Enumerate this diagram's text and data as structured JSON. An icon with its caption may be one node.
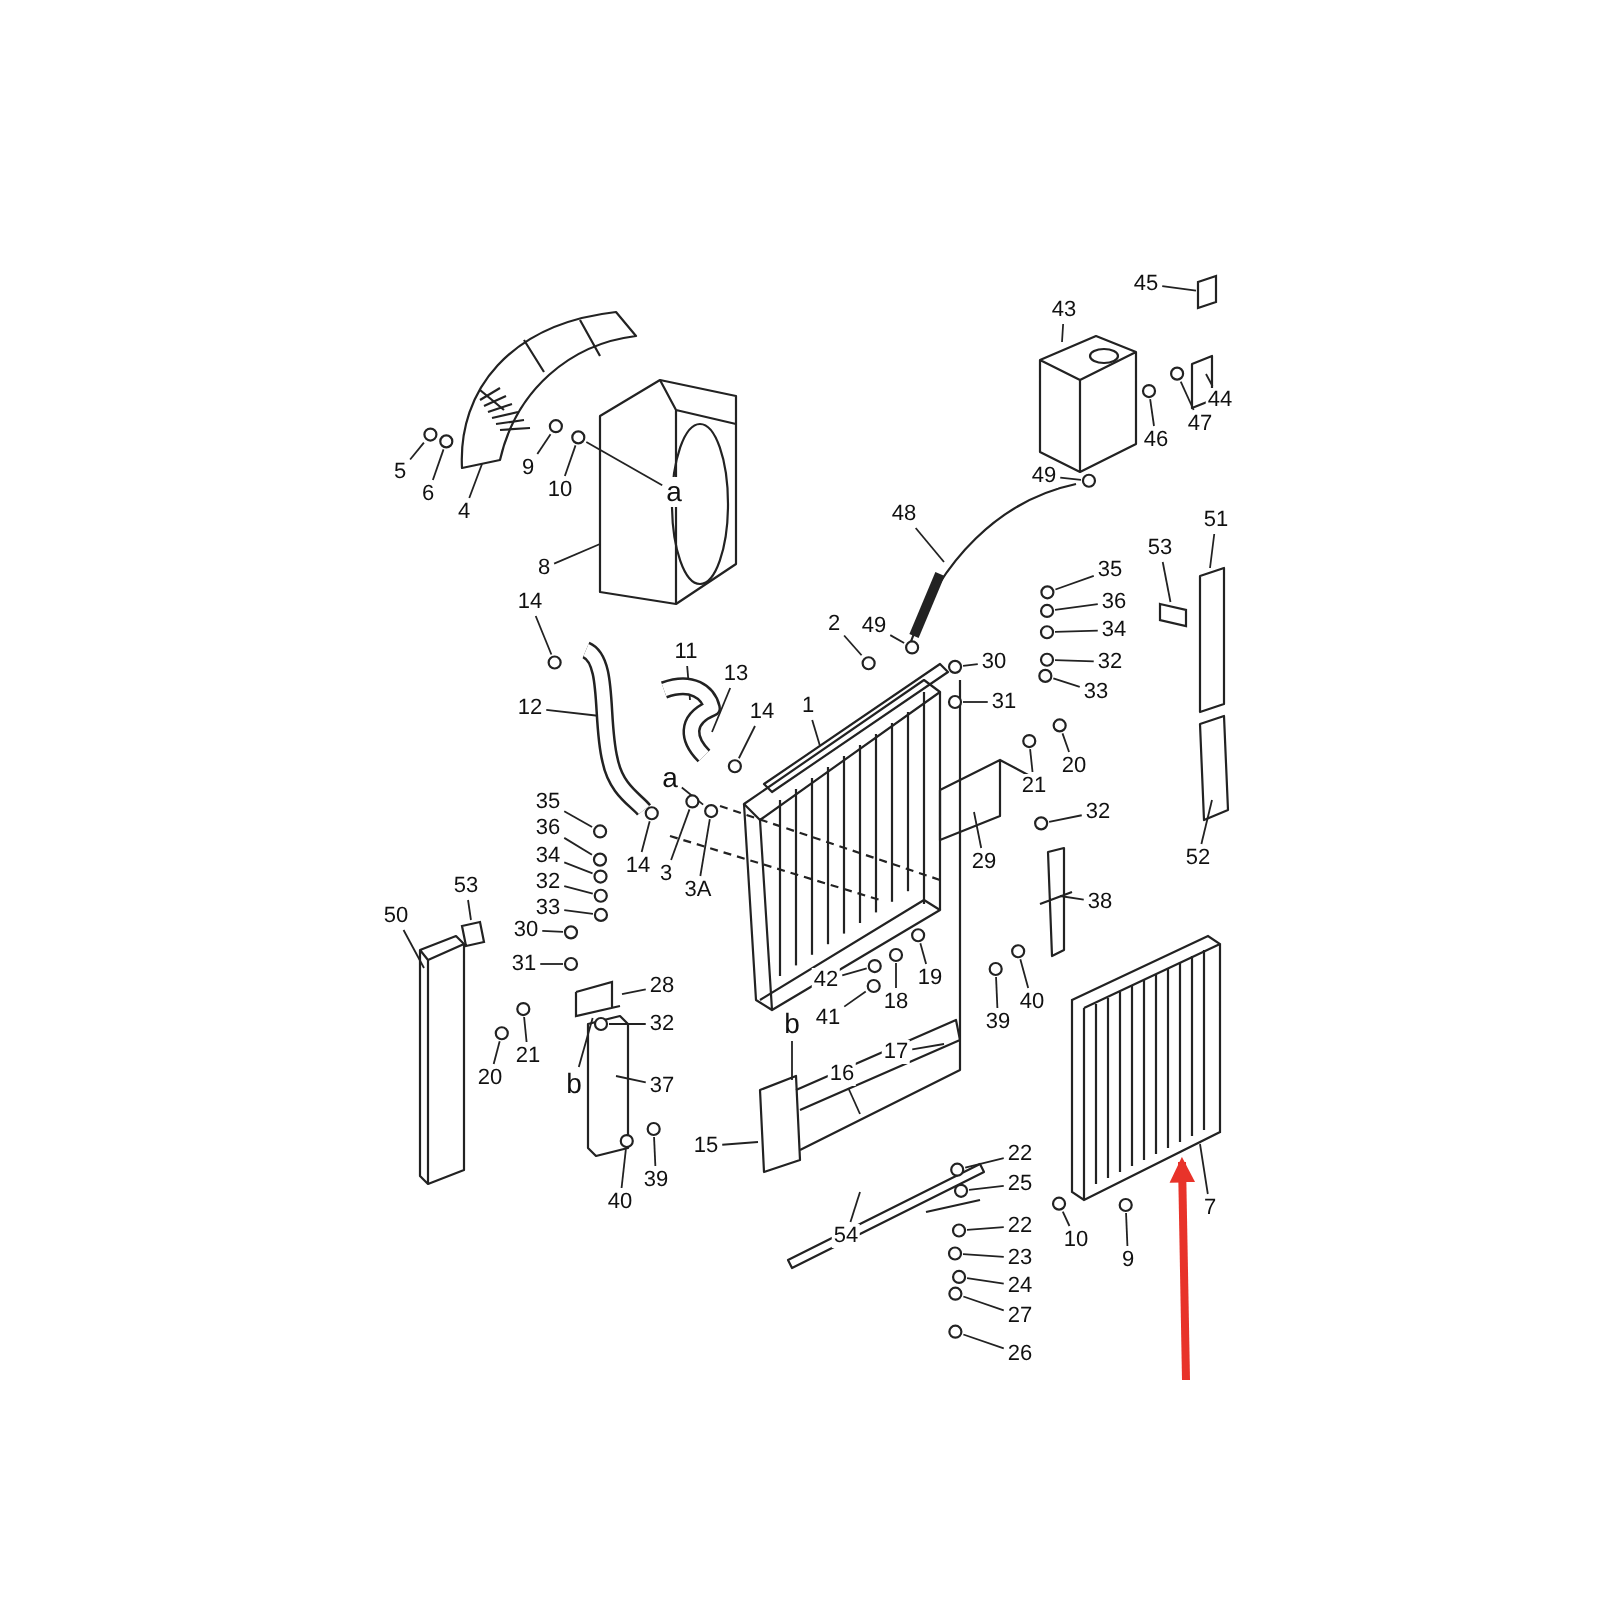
{
  "diagram": {
    "nodes": [
      {
        "text": [
          "45"
        ]
      },
      {
        "text": [
          "43"
        ]
      },
      {
        "text": [
          "44"
        ]
      },
      {
        "text": [
          "47"
        ]
      },
      {
        "text": [
          "46"
        ]
      },
      {
        "text": [
          "5"
        ]
      },
      {
        "text": [
          "9"
        ]
      },
      {
        "text": [
          "49"
        ]
      },
      {
        "text": [
          "6"
        ]
      },
      {
        "text": [
          "10"
        ]
      },
      {
        "text": [
          "a"
        ]
      },
      {
        "text": [
          "4"
        ]
      },
      {
        "text": [
          "48"
        ]
      },
      {
        "text": [
          "51"
        ]
      },
      {
        "text": [
          "53"
        ]
      },
      {
        "text": [
          "8"
        ]
      },
      {
        "text": [
          "35"
        ]
      },
      {
        "text": [
          "36"
        ]
      },
      {
        "text": [
          "14"
        ]
      },
      {
        "text": [
          "2"
        ]
      },
      {
        "text": [
          "49"
        ]
      },
      {
        "text": [
          "34"
        ]
      },
      {
        "text": [
          "11"
        ]
      },
      {
        "text": [
          "30"
        ]
      },
      {
        "text": [
          "32"
        ]
      },
      {
        "text": [
          "13"
        ]
      },
      {
        "text": [
          "33"
        ]
      },
      {
        "text": [
          "31"
        ]
      },
      {
        "text": [
          "12"
        ]
      },
      {
        "text": [
          "14"
        ]
      },
      {
        "text": [
          "1"
        ]
      },
      {
        "text": [
          "20"
        ]
      },
      {
        "text": [
          "a"
        ]
      },
      {
        "text": [
          "21"
        ]
      },
      {
        "text": [
          "35"
        ]
      },
      {
        "text": [
          "32"
        ]
      },
      {
        "text": [
          "36"
        ]
      },
      {
        "text": [
          "34"
        ]
      },
      {
        "text": [
          "52"
        ]
      },
      {
        "text": [
          "29"
        ]
      },
      {
        "text": [
          "14"
        ]
      },
      {
        "text": [
          "3"
        ]
      },
      {
        "text": [
          "32"
        ]
      },
      {
        "text": [
          "53"
        ]
      },
      {
        "text": [
          "3A"
        ]
      },
      {
        "text": [
          "38"
        ]
      },
      {
        "text": [
          "33"
        ]
      },
      {
        "text": [
          "50"
        ]
      },
      {
        "text": [
          "30"
        ]
      },
      {
        "text": [
          "31"
        ]
      },
      {
        "text": [
          "19"
        ]
      },
      {
        "text": [
          "42"
        ]
      },
      {
        "text": [
          "28"
        ]
      },
      {
        "text": [
          "18"
        ]
      },
      {
        "text": [
          "40"
        ]
      },
      {
        "text": [
          "41"
        ]
      },
      {
        "text": [
          "b"
        ]
      },
      {
        "text": [
          "39"
        ]
      },
      {
        "text": [
          "32"
        ]
      },
      {
        "text": [
          "17"
        ]
      },
      {
        "text": [
          "21"
        ]
      },
      {
        "text": [
          "20"
        ]
      },
      {
        "text": [
          "16"
        ]
      },
      {
        "text": [
          "b"
        ]
      },
      {
        "text": [
          "37"
        ]
      },
      {
        "text": [
          "15"
        ]
      },
      {
        "text": [
          "22"
        ]
      },
      {
        "text": [
          "39"
        ]
      },
      {
        "text": [
          "25"
        ]
      },
      {
        "text": [
          "7"
        ]
      },
      {
        "text": [
          "40"
        ]
      },
      {
        "text": [
          "22"
        ]
      },
      {
        "text": [
          "54"
        ]
      },
      {
        "text": [
          "10"
        ]
      },
      {
        "text": [
          "23"
        ]
      },
      {
        "text": [
          "9"
        ]
      },
      {
        "text": [
          "24"
        ]
      },
      {
        "text": [
          "27"
        ]
      },
      {
        "text": [
          "26"
        ]
      },
      {
        "text": [],
        "shape": "circle"
      },
      {
        "text": [],
        "shape": "circle"
      },
      {
        "text": [],
        "shape": "circle"
      },
      {
        "text": [],
        "shape": "circle"
      },
      {
        "text": [],
        "shape": "circle"
      },
      {
        "text": [],
        "shape": "circle"
      },
      {
        "text": [],
        "shape": "circle"
      },
      {
        "text": [],
        "shape": "circle"
      },
      {
        "text": [],
        "shape": "circle"
      },
      {
        "text": [],
        "shape": "circle"
      },
      {
        "text": [],
        "shape": "circle"
      },
      {
        "text": [],
        "shape": "circle"
      },
      {
        "text": [],
        "shape": "circle"
      },
      {
        "text": [],
        "shape": "circle"
      },
      {
        "text": [],
        "shape": "circle"
      },
      {
        "text": [],
        "shape": "circle"
      },
      {
        "text": [],
        "shape": "circle"
      },
      {
        "text": [],
        "shape": "circle"
      },
      {
        "text": [],
        "shape": "circle"
      },
      {
        "text": [],
        "shape": "circle"
      },
      {
        "text": [],
        "shape": "circle"
      },
      {
        "text": [],
        "shape": "circle"
      },
      {
        "text": [],
        "shape": "circle"
      },
      {
        "text": [],
        "shape": "circle"
      },
      {
        "text": [],
        "shape": "circle"
      },
      {
        "text": [],
        "shape": "circle"
      },
      {
        "text": [],
        "shape": "circle"
      },
      {
        "text": [],
        "shape": "circle"
      },
      {
        "text": [],
        "shape": "circle"
      },
      {
        "text": [],
        "shape": "circle"
      },
      {
        "text": [],
        "shape": "circle"
      },
      {
        "text": [],
        "shape": "circle"
      },
      {
        "text": [],
        "shape": "circle"
      },
      {
        "text": [],
        "shape": "circle"
      },
      {
        "text": [],
        "shape": "circle"
      },
      {
        "text": [],
        "shape": "circle"
      },
      {
        "text": [],
        "shape": "circle"
      },
      {
        "text": [],
        "shape": "circle"
      },
      {
        "text": [],
        "shape": "circle"
      },
      {
        "text": [],
        "shape": "circle"
      },
      {
        "text": [],
        "shape": "circle"
      },
      {
        "text": [],
        "shape": "circle"
      },
      {
        "text": [],
        "shape": "circle"
      },
      {
        "text": [],
        "shape": "circle"
      },
      {
        "text": [],
        "shape": "circle"
      },
      {
        "text": [],
        "shape": "circle"
      },
      {
        "text": [],
        "shape": "circle"
      },
      {
        "text": [],
        "shape": "circle"
      },
      {
        "text": [],
        "shape": "circle"
      },
      {
        "text": [],
        "shape": "circle"
      },
      {
        "text": [],
        "shape": "circle"
      },
      {
        "text": [],
        "shape": "picture"
      },
      {
        "text": [],
        "shape": "box"
      },
      {
        "text": [],
        "shape": "box"
      },
      {
        "text": [],
        "shape": "box"
      },
      {
        "text": [],
        "shape": "box"
      }
    ],
    "edges": [
      {
        "from": 0,
        "to": 131,
        "arrow": "none"
      },
      {
        "from": 1,
        "to": null,
        "arrow": "none"
      },
      {
        "from": 2,
        "to": null,
        "arrow": "none"
      },
      {
        "from": 3,
        "to": 79,
        "arrow": "none"
      },
      {
        "from": 4,
        "to": 80,
        "arrow": "none"
      },
      {
        "from": 5,
        "to": 81,
        "arrow": "none"
      },
      {
        "from": 6,
        "to": 82,
        "arrow": "none"
      },
      {
        "from": 7,
        "to": 83,
        "arrow": "none"
      },
      {
        "from": 8,
        "to": 84,
        "arrow": "none"
      },
      {
        "from": 9,
        "to": 85,
        "arrow": "none"
      },
      {
        "from": 10,
        "to": 85,
        "arrow": "none"
      },
      {
        "from": 11,
        "to": null,
        "arrow": "none"
      },
      {
        "from": 12,
        "to": null,
        "arrow": "none"
      },
      {
        "from": 13,
        "to": null,
        "arrow": "none"
      },
      {
        "from": 14,
        "to": 132,
        "arrow": "none"
      },
      {
        "from": 15,
        "to": null,
        "arrow": "none"
      },
      {
        "from": 16,
        "to": 86,
        "arrow": "none"
      },
      {
        "from": 17,
        "to": 87,
        "arrow": "none"
      },
      {
        "from": 18,
        "to": 88,
        "arrow": "none"
      },
      {
        "from": 19,
        "to": 89,
        "arrow": "none"
      },
      {
        "from": 20,
        "to": 90,
        "arrow": "none"
      },
      {
        "from": 21,
        "to": 91,
        "arrow": "none"
      },
      {
        "from": 22,
        "to": null,
        "arrow": "none"
      },
      {
        "from": 23,
        "to": 92,
        "arrow": "none"
      },
      {
        "from": 24,
        "to": 93,
        "arrow": "none"
      },
      {
        "from": 25,
        "to": null,
        "arrow": "none"
      },
      {
        "from": 26,
        "to": 94,
        "arrow": "none"
      },
      {
        "from": 27,
        "to": 95,
        "arrow": "none"
      },
      {
        "from": 28,
        "to": null,
        "arrow": "none"
      },
      {
        "from": 29,
        "to": 96,
        "arrow": "none"
      },
      {
        "from": 30,
        "to": null,
        "arrow": "none"
      },
      {
        "from": 31,
        "to": 97,
        "arrow": "none"
      },
      {
        "from": 32,
        "to": 106,
        "arrow": "none"
      },
      {
        "from": 33,
        "to": 98,
        "arrow": "none"
      },
      {
        "from": 34,
        "to": 99,
        "arrow": "none"
      },
      {
        "from": 35,
        "to": 100,
        "arrow": "none"
      },
      {
        "from": 36,
        "to": 101,
        "arrow": "none"
      },
      {
        "from": 37,
        "to": 102,
        "arrow": "none"
      },
      {
        "from": 38,
        "to": null,
        "arrow": "none"
      },
      {
        "from": 39,
        "to": null,
        "arrow": "none"
      },
      {
        "from": 40,
        "to": 103,
        "arrow": "none"
      },
      {
        "from": 41,
        "to": 104,
        "arrow": "none"
      },
      {
        "from": 42,
        "to": 105,
        "arrow": "none"
      },
      {
        "from": 43,
        "to": 133,
        "arrow": "none"
      },
      {
        "from": 44,
        "to": 106,
        "arrow": "none"
      },
      {
        "from": 45,
        "to": null,
        "arrow": "none"
      },
      {
        "from": 46,
        "to": 107,
        "arrow": "none"
      },
      {
        "from": 47,
        "to": null,
        "arrow": "none"
      },
      {
        "from": 48,
        "to": 108,
        "arrow": "none"
      },
      {
        "from": 49,
        "to": 109,
        "arrow": "none"
      },
      {
        "from": 50,
        "to": 110,
        "arrow": "none"
      },
      {
        "from": 51,
        "to": 111,
        "arrow": "none"
      },
      {
        "from": 52,
        "to": 134,
        "arrow": "none"
      },
      {
        "from": 53,
        "to": 112,
        "arrow": "none"
      },
      {
        "from": 54,
        "to": 113,
        "arrow": "none"
      },
      {
        "from": 55,
        "to": 114,
        "arrow": "none"
      },
      {
        "from": 56,
        "to": null,
        "arrow": "none"
      },
      {
        "from": 57,
        "to": 115,
        "arrow": "none"
      },
      {
        "from": 58,
        "to": 116,
        "arrow": "none"
      },
      {
        "from": 59,
        "to": null,
        "arrow": "none"
      },
      {
        "from": 60,
        "to": 117,
        "arrow": "none"
      },
      {
        "from": 61,
        "to": 118,
        "arrow": "none"
      },
      {
        "from": 62,
        "to": null,
        "arrow": "none"
      },
      {
        "from": 63,
        "to": 134,
        "arrow": "none"
      },
      {
        "from": 64,
        "to": null,
        "arrow": "none"
      },
      {
        "from": 65,
        "to": null,
        "arrow": "none"
      },
      {
        "from": 66,
        "to": 119,
        "arrow": "none"
      },
      {
        "from": 67,
        "to": 120,
        "arrow": "none"
      },
      {
        "from": 68,
        "to": 121,
        "arrow": "none"
      },
      {
        "from": 69,
        "to": 130,
        "arrow": "none"
      },
      {
        "from": 70,
        "to": 122,
        "arrow": "none"
      },
      {
        "from": 71,
        "to": 123,
        "arrow": "none"
      },
      {
        "from": 72,
        "to": null,
        "arrow": "none"
      },
      {
        "from": 73,
        "to": 124,
        "arrow": "none"
      },
      {
        "from": 74,
        "to": 125,
        "arrow": "none"
      },
      {
        "from": 75,
        "to": 126,
        "arrow": "none"
      },
      {
        "from": 76,
        "to": 127,
        "arrow": "none"
      },
      {
        "from": 77,
        "to": 128,
        "arrow": "none"
      },
      {
        "from": 78,
        "to": 129,
        "arrow": "none"
      },
      {
        "from": null,
        "to": 130,
        "arrow": "to",
        "style": "thick",
        "color": "#e8332a"
      }
    ]
  }
}
